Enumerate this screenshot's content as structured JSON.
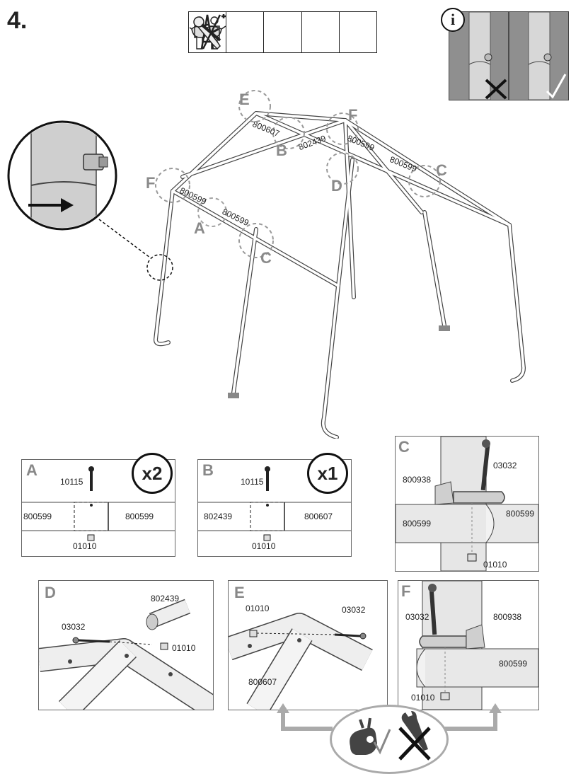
{
  "step": {
    "number": "4."
  },
  "tools": [
    {
      "icon": "safety-glasses-icon"
    },
    {
      "icon": "ladder-icon"
    },
    {
      "icon": "two-persons-icon"
    },
    {
      "icon": "wrench-icon"
    },
    {
      "icon": "ratchet-icon"
    }
  ],
  "info": {
    "icon": "info-icon",
    "symbol": "i"
  },
  "frame": {
    "callouts": [
      "E",
      "F",
      "B",
      "D",
      "C",
      "F",
      "A",
      "C"
    ],
    "part_labels": [
      "800607",
      "802439",
      "800599",
      "800599",
      "800599",
      "800599"
    ]
  },
  "panel_a": {
    "letter": "A",
    "multiplier": "x2",
    "bolt": "10115",
    "left_pipe": "800599",
    "right_pipe": "800599",
    "nut": "01010"
  },
  "panel_b": {
    "letter": "B",
    "multiplier": "x1",
    "bolt": "10115",
    "left_pipe": "802439",
    "right_pipe": "800607",
    "nut": "01010"
  },
  "panel_c": {
    "letter": "C",
    "bolt": "03032",
    "bracket": "800938",
    "pipe_right": "800599",
    "pipe_left": "800599",
    "nut": "01010"
  },
  "panel_d": {
    "letter": "D",
    "pipe": "802439",
    "bolt": "03032",
    "nut": "01010"
  },
  "panel_e": {
    "letter": "E",
    "nut": "01010",
    "bolt": "03032",
    "pipe": "800607"
  },
  "panel_f": {
    "letter": "F",
    "bolt": "03032",
    "bracket": "800938",
    "pipe": "800599",
    "nut": "01010"
  },
  "hand_tight": {
    "icons": [
      "hand-tighten-icon",
      "check-icon",
      "wrench-icon",
      "cross-icon"
    ]
  }
}
